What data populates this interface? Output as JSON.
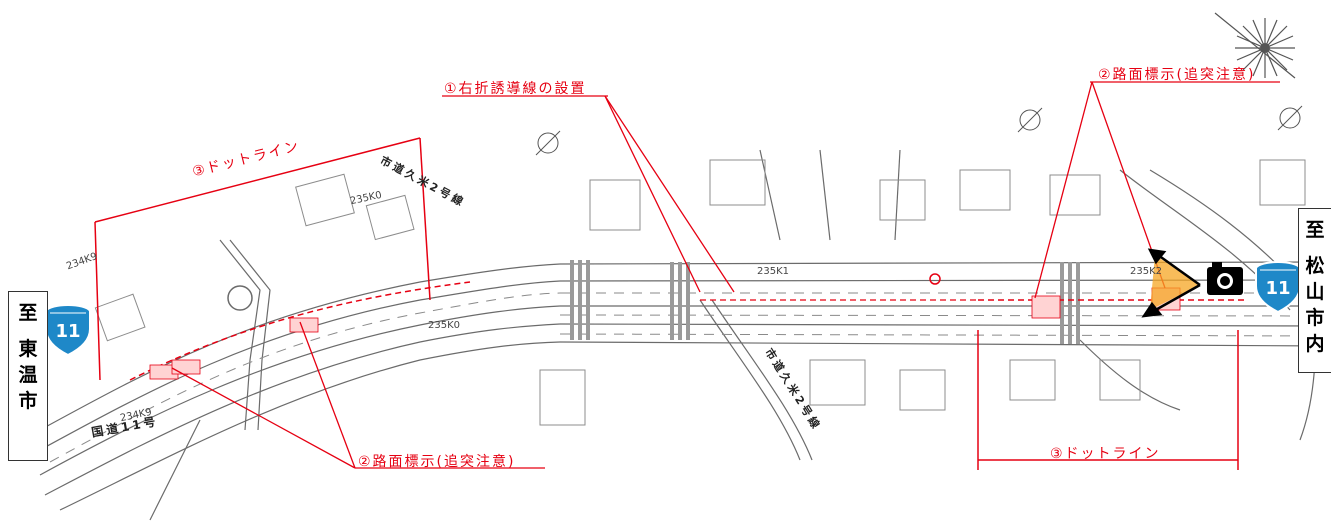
{
  "labels": {
    "right_turn_guide": "①右折誘導線の設置",
    "road_marking_top": "②路面標示(追突注意)",
    "road_marking_bottom": "②路面標示(追突注意)",
    "dot_line_left": "③ドットライン",
    "dot_line_right": "③ドットライン"
  },
  "destinations": {
    "west": {
      "prefix": "至",
      "name": "東温市"
    },
    "east": {
      "prefix": "至",
      "name": "松山市内"
    }
  },
  "roads": {
    "city_road_north": "市道久米2号線",
    "city_road_south": "市道久米2号線",
    "national_route": "国道11号"
  },
  "route_shield": {
    "number": "11"
  },
  "stations": {
    "s234_9": "234K9",
    "s235_0": "235K0",
    "s235_1": "235K1",
    "s235_2": "235K2",
    "s234_9b": "234K9"
  },
  "colors": {
    "annotation": "#e60012",
    "shield_blue": "#1e88c8",
    "caution_yellow": "#f5a623"
  },
  "icons": {
    "camera": "camera-icon",
    "north": "north-arrow-icon",
    "shield": "route-shield-icon"
  }
}
